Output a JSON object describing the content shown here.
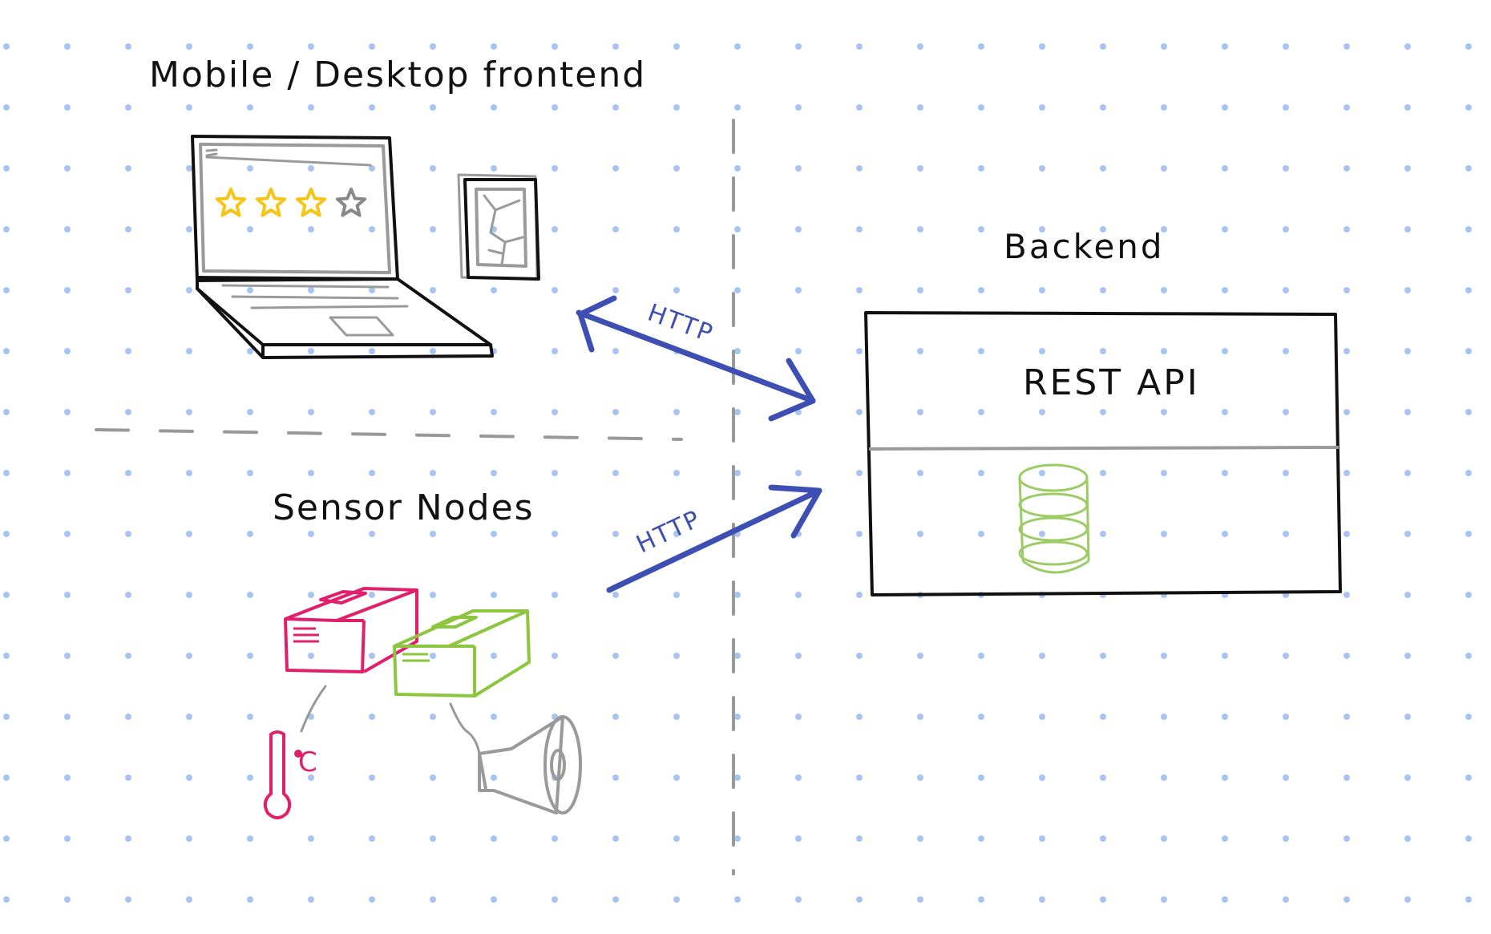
{
  "colors": {
    "background": "#ffffff",
    "grid_dot": "#a9c4ee",
    "ink": "#111111",
    "divider": "#999999",
    "arrow": "#3d4fb3",
    "star_fill": "#f5c518",
    "star_empty": "#888888",
    "sensor_pink": "#e0206a",
    "sensor_green": "#8cc63f",
    "database": "#9ccc65",
    "gray_device": "#9a9a9a"
  },
  "labels": {
    "frontend_title": "Mobile / Desktop frontend",
    "backend_title": "Backend",
    "sensor_title": "Sensor Nodes",
    "api_label": "REST API",
    "http_top": "HTTP",
    "http_bottom": "HTTP",
    "temperature_unit": "°C"
  },
  "icons": {
    "laptop": "laptop-icon",
    "tablet": "tablet-icon",
    "stars": "rating-stars-icon",
    "database": "database-icon",
    "sensor_a": "sensor-box-icon",
    "sensor_b": "sensor-box-icon",
    "thermometer": "thermometer-icon",
    "speaker": "megaphone-icon"
  },
  "rating": {
    "filled": 3,
    "total": 4
  }
}
